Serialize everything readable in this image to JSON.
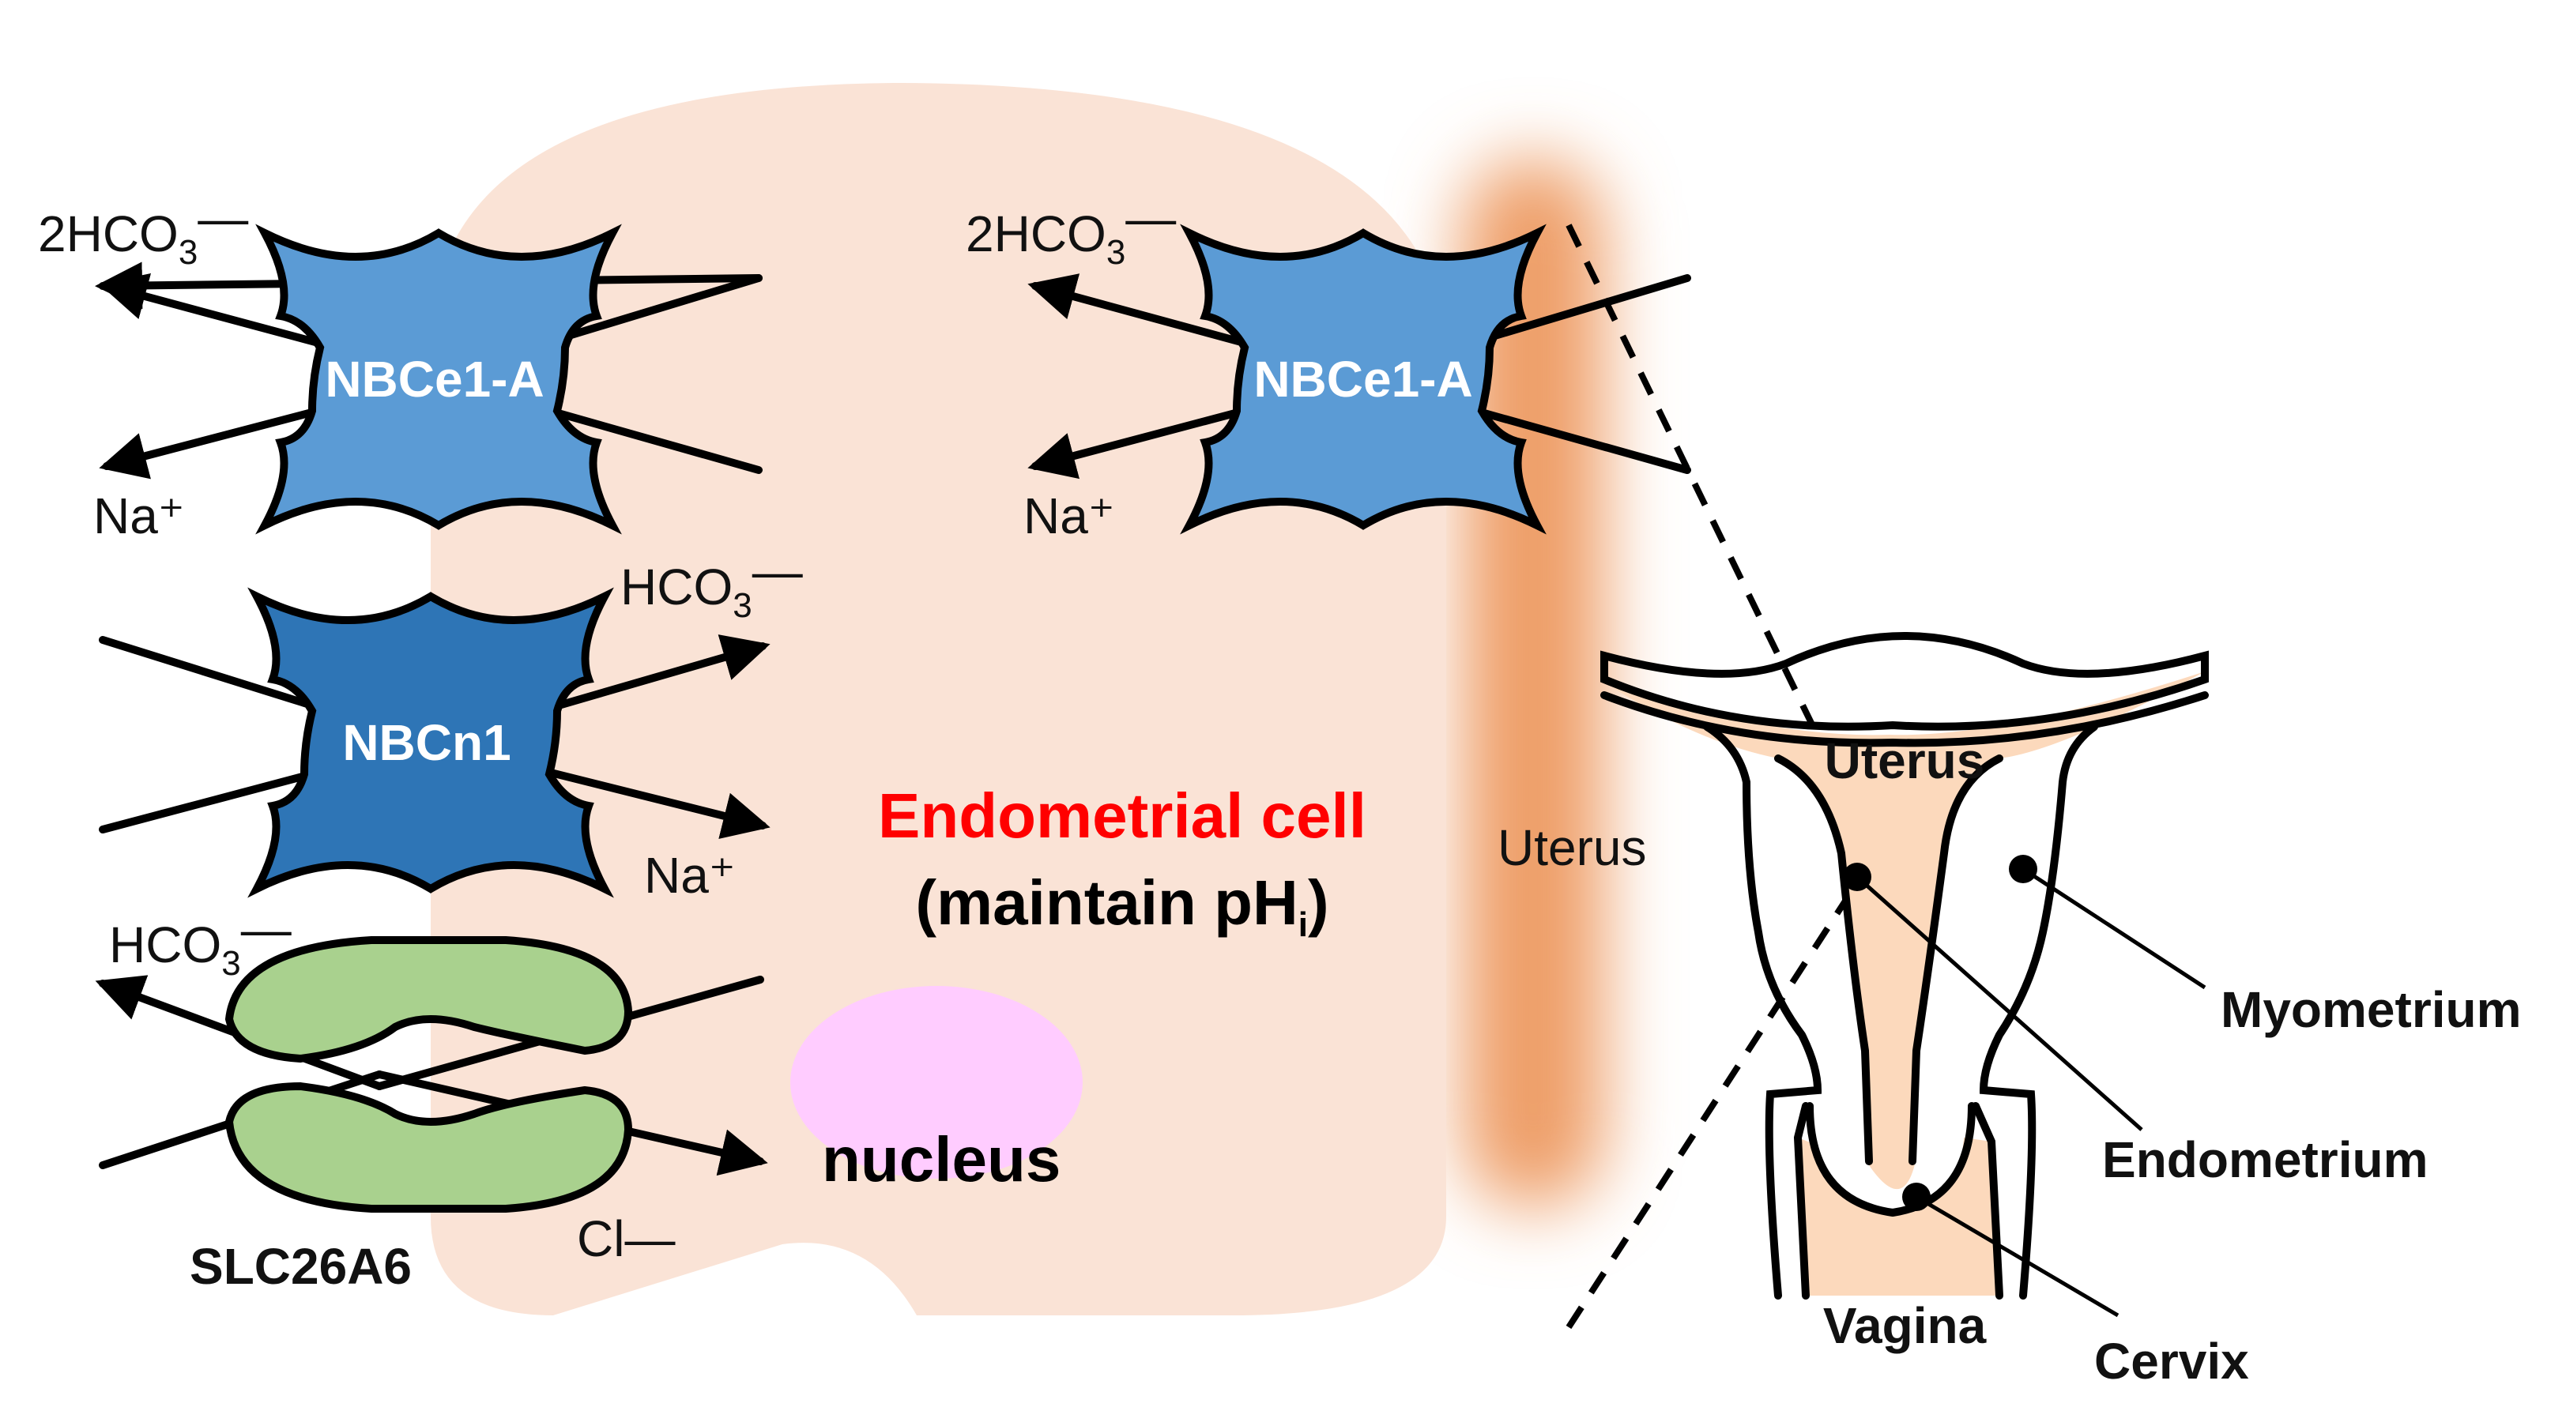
{
  "colors": {
    "cell_fill": "#fae3d6",
    "tissue_glow": "#ee9e67",
    "nbce1": "#5b9bd5",
    "nbcn1": "#2e75b6",
    "slc": "#a9d18e",
    "nucleus": "#ffccff",
    "title_red": "#ff0000",
    "uterus_fill": "#fcd9bc"
  },
  "cell": {
    "title": "Endometrial cell",
    "subtitle_main": "(maintain pH",
    "subtitle_sub": "i",
    "subtitle_end": ")",
    "nucleus": "nucleus",
    "tissue_label": "Uterus"
  },
  "transporters": {
    "nbce1_left": {
      "name": "NBCe1-A",
      "out1": "2HCO",
      "out1_sub": "3",
      "out1_charge": "—",
      "out2": "Na⁺"
    },
    "nbce1_right": {
      "name": "NBCe1-A",
      "out1": "2HCO",
      "out1_sub": "3",
      "out1_charge": "—",
      "out2": "Na⁺"
    },
    "nbcn1": {
      "name": "NBCn1",
      "in1": "HCO",
      "in1_sub": "3",
      "in1_charge": "—",
      "in2": "Na⁺"
    },
    "slc": {
      "name": "SLC26A6",
      "out1": "HCO",
      "out1_sub": "3",
      "out1_charge": "—",
      "in1": "Cl—"
    }
  },
  "anatomy": {
    "uterus": "Uterus",
    "myometrium": "Myometrium",
    "endometrium": "Endometrium",
    "cervix": "Cervix",
    "vagina": "Vagina"
  }
}
